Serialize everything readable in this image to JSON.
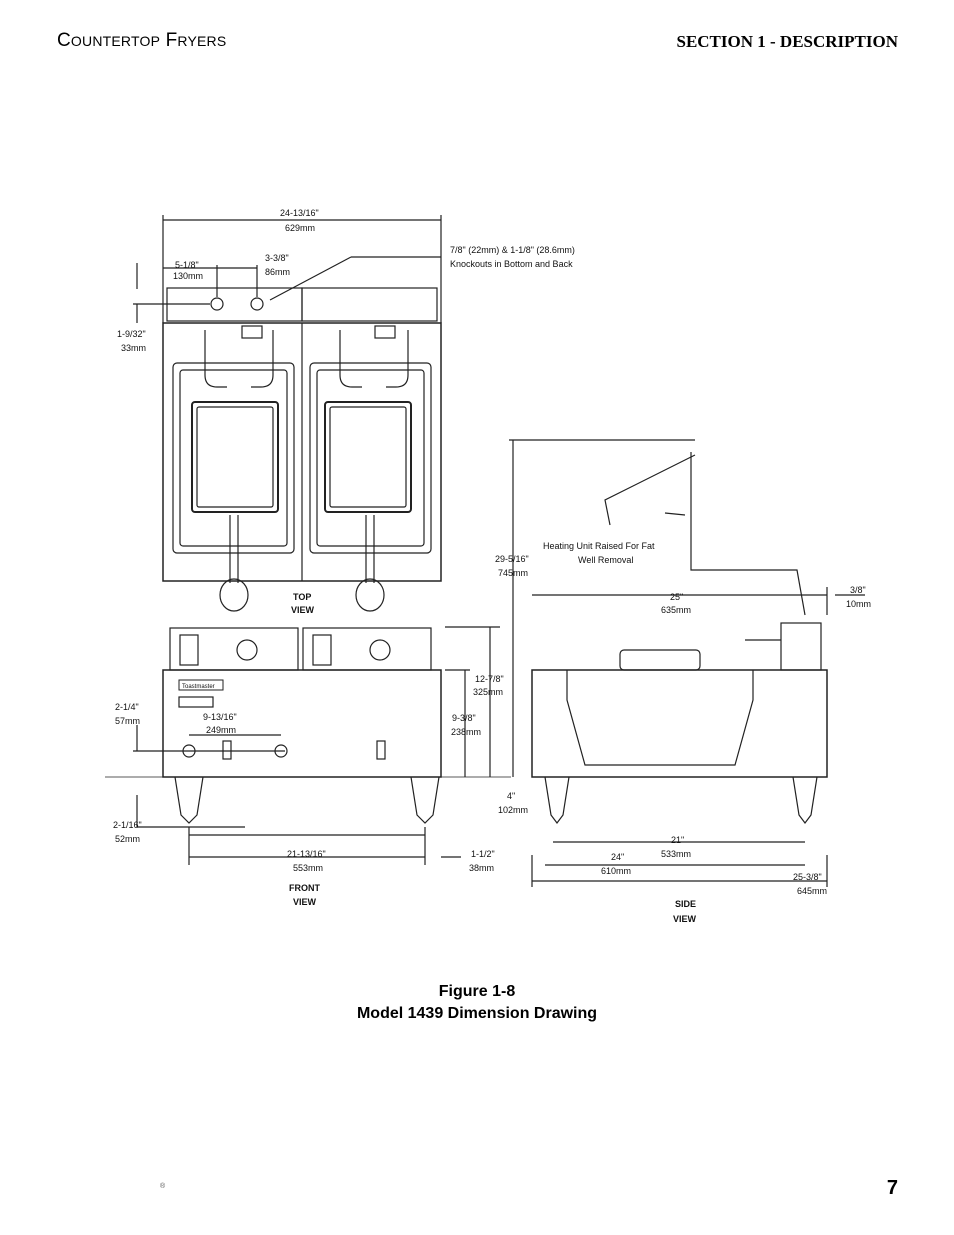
{
  "header": {
    "left_c": "C",
    "left_ountertop": "OUNTERTOP",
    "left_f": "F",
    "left_ryers": "RYERS",
    "right": "SECTION 1 - DESCRIPTION"
  },
  "drawing": {
    "labels": {
      "overall_width": "24-13/16\"",
      "overall_width_mm": "629mm",
      "knock1": "5-1/8\"",
      "knock1_mm": "130mm",
      "knock2": "3-3/8\"",
      "knock2_mm": "86mm",
      "knockout_note1": "7/8\" (22mm) & 1-1/8\" (28.6mm)",
      "knockout_note2": "Knockouts in Bottom and Back",
      "side_offset": "1-9/32\"",
      "side_offset_mm": "33mm",
      "top_view1": "TOP",
      "top_view2": "VIEW",
      "heating_note1": "Heating Unit Raised For Fat",
      "heating_note2": "Well Removal",
      "height_raised": "29-5/16\"",
      "height_raised_mm": "745mm",
      "depth25": "25\"",
      "depth25_mm": "635mm",
      "gap38": "3/8\"",
      "gap38_mm": "10mm",
      "height_1278": "12-7/8\"",
      "height_1278_mm": "325mm",
      "height_938": "9-3/8\"",
      "height_938_mm": "238mm",
      "front_214": "2-1/4\"",
      "front_214_mm": "57mm",
      "front_91316": "9-13/16\"",
      "front_91316_mm": "249mm",
      "leg4": "4\"",
      "leg4_mm": "102mm",
      "leg_2116": "2-1/16\"",
      "leg_2116_mm": "52mm",
      "side21": "21\"",
      "side21_mm": "533mm",
      "side24": "24\"",
      "side24_mm": "610mm",
      "side2538": "25-3/8\"",
      "side2538_mm": "645mm",
      "front_legs": "21-13/16\"",
      "front_legs_mm": "553mm",
      "front_112": "1-1/2\"",
      "front_112_mm": "38mm",
      "front_view1": "FRONT",
      "front_view2": "VIEW",
      "side_view1": "SIDE",
      "side_view2": "VIEW",
      "brand": "Toastmaster"
    }
  },
  "caption": {
    "line1": "Figure 1-8",
    "line2": "Model 1439 Dimension Drawing"
  },
  "footer": {
    "page_number": "7",
    "mark": "®"
  }
}
